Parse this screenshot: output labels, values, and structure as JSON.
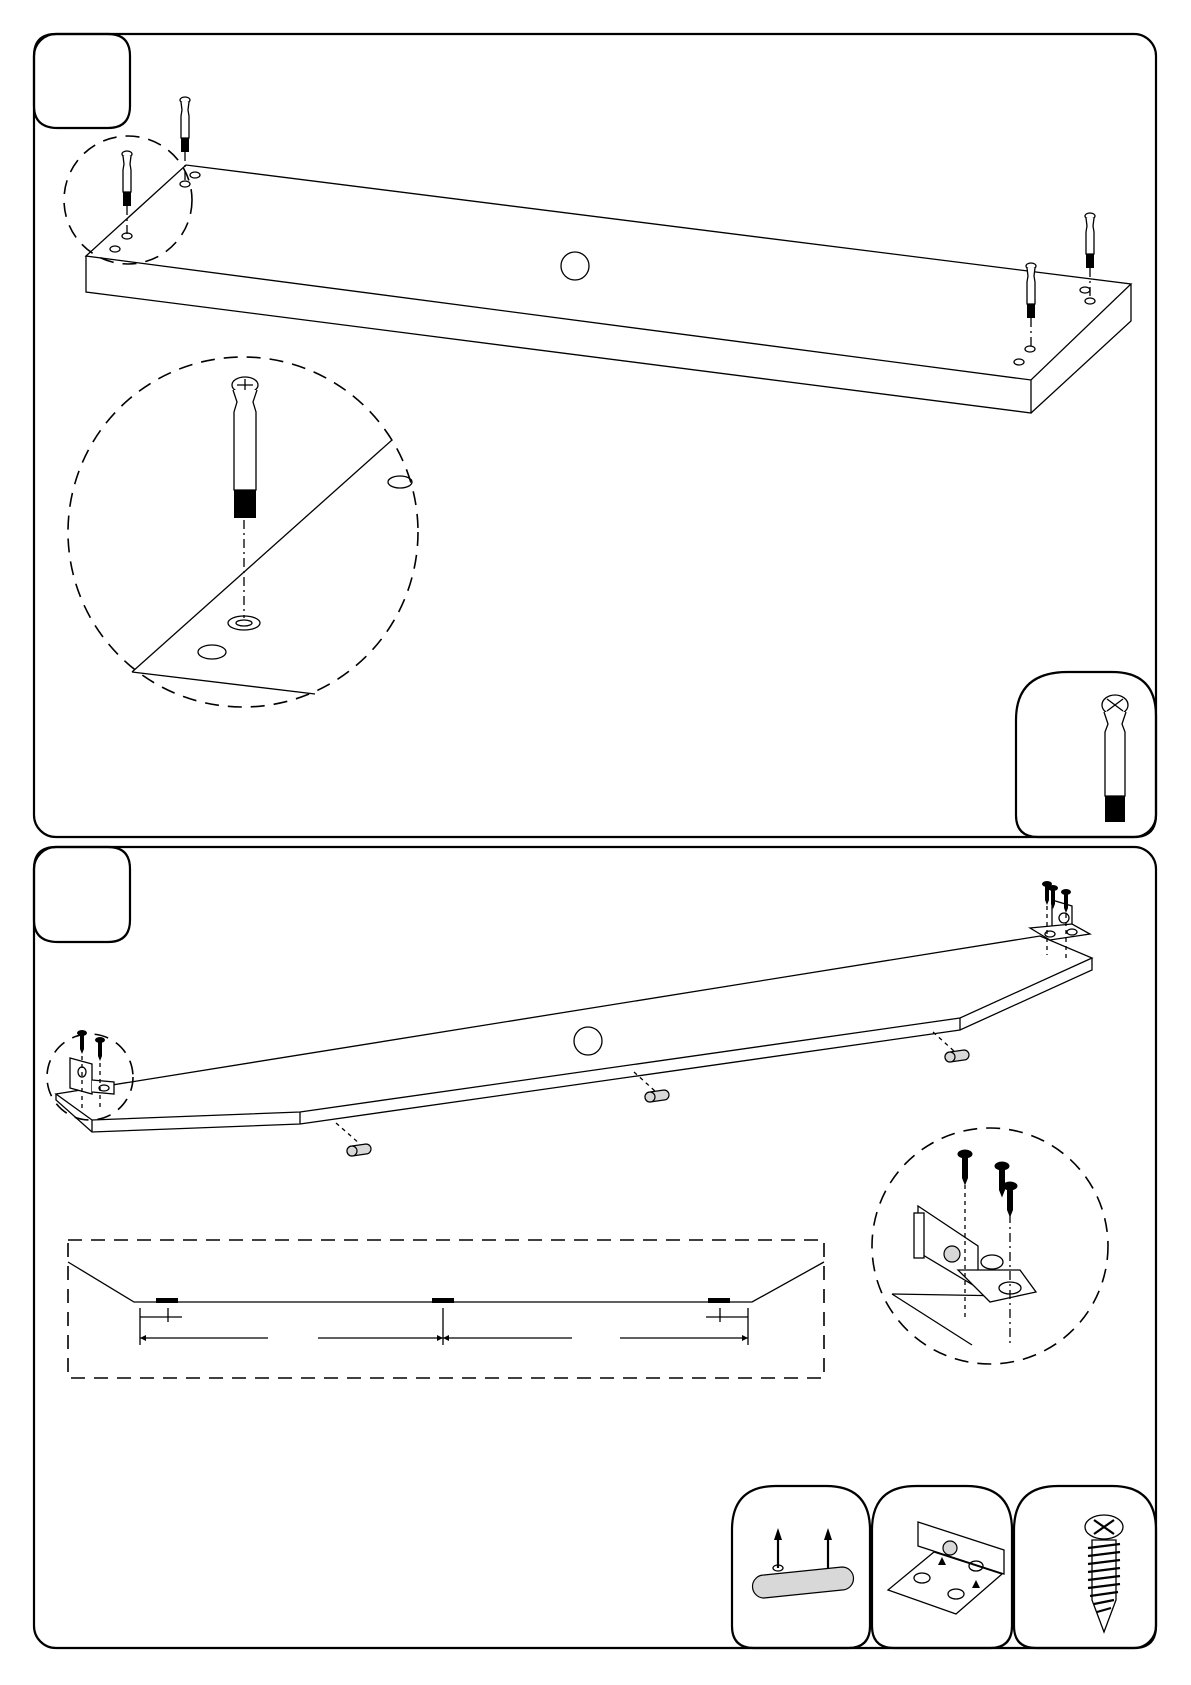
{
  "title": "",
  "steps": [
    {
      "id": "step-1",
      "number": ""
    },
    {
      "id": "step-2",
      "number": ""
    }
  ],
  "parts": [
    {
      "id": "cam-bolt",
      "icon": "cam-bolt-icon",
      "quantity": ""
    },
    {
      "id": "glide-pad",
      "icon": "glide-pad-icon",
      "quantity": ""
    },
    {
      "id": "corner-bracket",
      "icon": "corner-bracket-icon",
      "quantity": ""
    },
    {
      "id": "wood-screw",
      "icon": "wood-screw-icon",
      "quantity": ""
    }
  ],
  "colors": {
    "line": "#000000",
    "background": "#ffffff",
    "part_shade": "#d8d8d8"
  }
}
